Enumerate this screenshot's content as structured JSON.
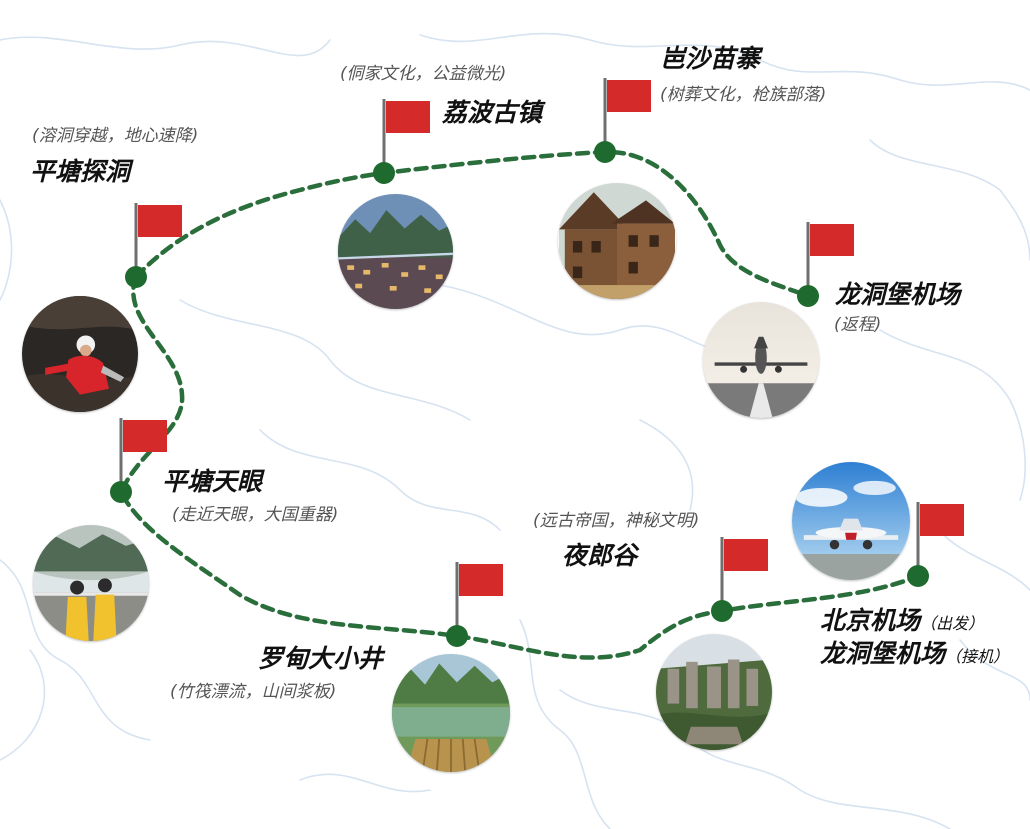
{
  "colors": {
    "route": "#2a6e3b",
    "node": "#1f6b2f",
    "flag": "#d42a2a",
    "pole": "#6f6f6f",
    "water": "#d7e3f1"
  },
  "stops": [
    {
      "id": "pingtang-cave",
      "name": "平塘探洞",
      "desc": "溶洞穿越，地心速降",
      "photo_icon": "cave-climber"
    },
    {
      "id": "libo",
      "name": "荔波古镇",
      "desc": "侗家文化，公益微光",
      "photo_icon": "ancient-town"
    },
    {
      "id": "basha",
      "name": "岜沙苗寨",
      "desc": "树葬文化，枪族部落",
      "photo_icon": "wooden-village"
    },
    {
      "id": "longdongbao-return",
      "name": "龙洞堡机场",
      "desc": "返程",
      "photo_icon": "airplane-runway"
    },
    {
      "id": "pingtang-fast",
      "name": "平塘天眼",
      "desc": "走近天眼，大国重器",
      "photo_icon": "telescope-visitors"
    },
    {
      "id": "luodian",
      "name": "罗甸大小井",
      "desc": "竹筏漂流，山间浆板",
      "photo_icon": "bamboo-raft"
    },
    {
      "id": "yelang",
      "name": "夜郎谷",
      "desc": "远古帝国，神秘文明",
      "photo_icon": "stone-ruins"
    },
    {
      "id": "beijing-airport",
      "name_line1": "北京机场",
      "note_line1": "出发",
      "name_line2": "龙洞堡机场",
      "note_line2": "接机",
      "photo_icon": "airplane-sky"
    }
  ]
}
